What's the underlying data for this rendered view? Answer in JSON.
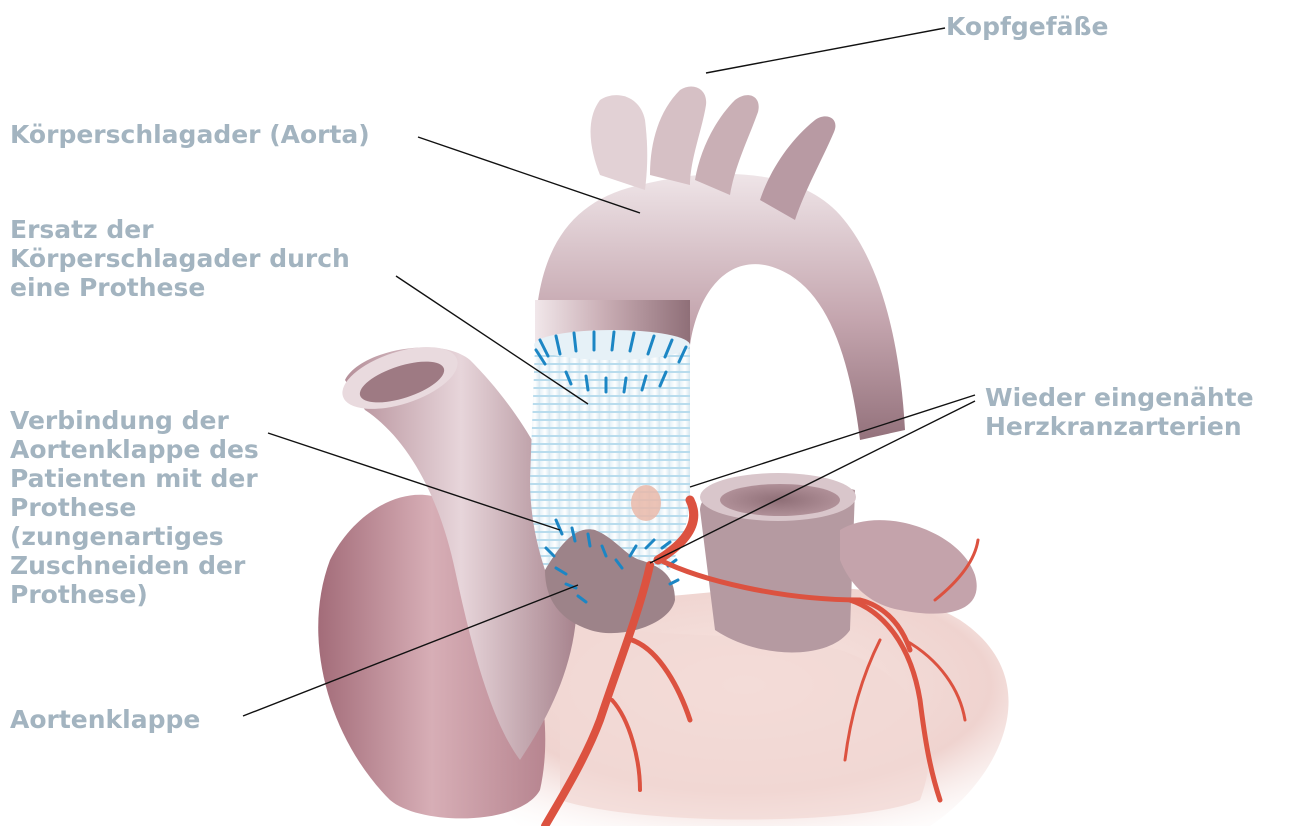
{
  "labels": {
    "kopfgefaesse": [
      "Kopfgefäße"
    ],
    "aorta": [
      "Körperschlagader (Aorta)"
    ],
    "ersatz": [
      "Ersatz der",
      "Körperschlagader durch",
      "eine Prothese"
    ],
    "wieder": [
      "Wieder eingenähte",
      "Herzkranzarterien"
    ],
    "verbindung": [
      "Verbindung der",
      "Aortenklappe des",
      "Patienten mit der",
      "Prothese",
      "(zungenartiges",
      "Zuschneiden der",
      "Prothese)"
    ],
    "aortenklappe": [
      "Aortenklappe"
    ]
  },
  "colors": {
    "label_text": "#a3b4c0",
    "leader_line": "#111111",
    "aorta_tissue": "#b89aa3",
    "heart_tissue": "#f0d6d2",
    "prosthesis_stripe": "#b9dced",
    "suture": "#1c86c4",
    "coronary_artery": "#dc5240"
  }
}
